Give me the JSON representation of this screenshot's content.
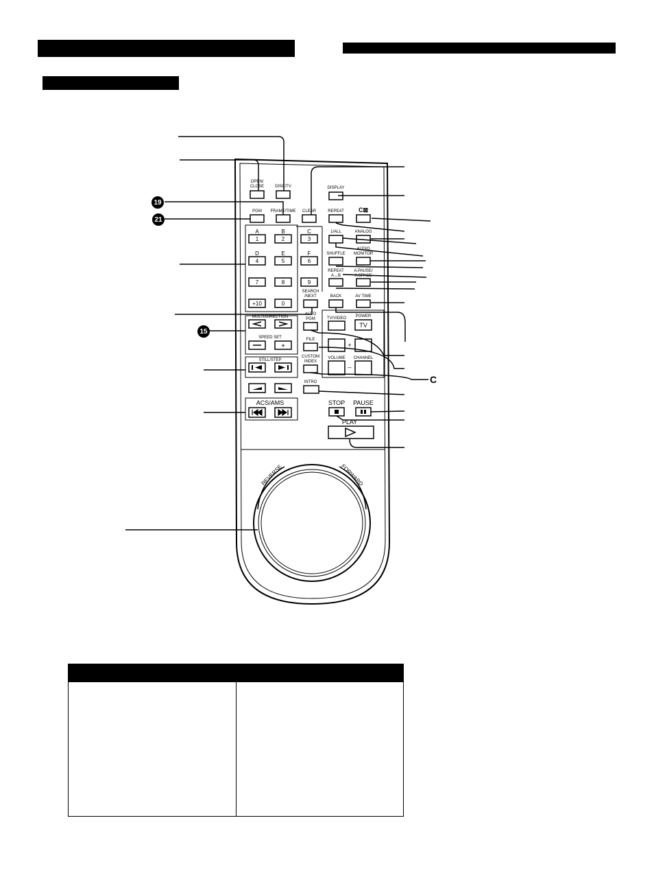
{
  "remote": {
    "buttons": {
      "open_close": "OPEN/\nCLOSE",
      "disc_tv": "DISC/TV",
      "display": "DISPLAY",
      "pgm": "PGM",
      "frame_time": "FRAME/TIME",
      "clear": "CLEAR",
      "repeat": "REPEAT",
      "caption_icon": "C⊠",
      "key_A": "A",
      "key_B": "B",
      "key_C": "C",
      "key_D": "D",
      "key_E": "E",
      "key_F": "F",
      "num_1": "1",
      "num_2": "2",
      "num_3": "3",
      "num_4": "4",
      "num_5": "5",
      "num_6": "6",
      "num_7": "7",
      "num_8": "8",
      "num_9": "9",
      "num_plus10": "+10",
      "num_0": "0",
      "one_all": "1/ALL",
      "analog": "ANALOG",
      "shuffle": "SHUFFLE",
      "audio_monitor": "AUDIO\nMONITOR",
      "repeat_ab": "REPEAT\nA↔B",
      "a_pause": "A.PAUSE/\nA.SPACE",
      "search_next": "SEARCH\n/NEXT",
      "back": "BACK",
      "av_time": "AV TIME",
      "auto_pgm": "AUTO\nPGM",
      "tv_video": "TV/VIDEO",
      "power": "POWER",
      "tv": "TV",
      "file": "FILE",
      "custom_index": "CUSTOM\nINDEX",
      "volume": "VOLUME",
      "channel": "CHANNEL",
      "speed_set": "SPEED  SET",
      "minus": "—",
      "plus": "+",
      "still_step": "STILL/STEP",
      "intro": "INTRO",
      "acs_ams": "ACS/AMS",
      "stop": "STOP",
      "pause": "PAUSE",
      "play": "PLAY",
      "reverse": "REVERSE",
      "forward": "FORWARD"
    },
    "callouts": {
      "badge_19": "19",
      "badge_21": "21",
      "badge_15": "15",
      "letter_c": "C"
    }
  }
}
